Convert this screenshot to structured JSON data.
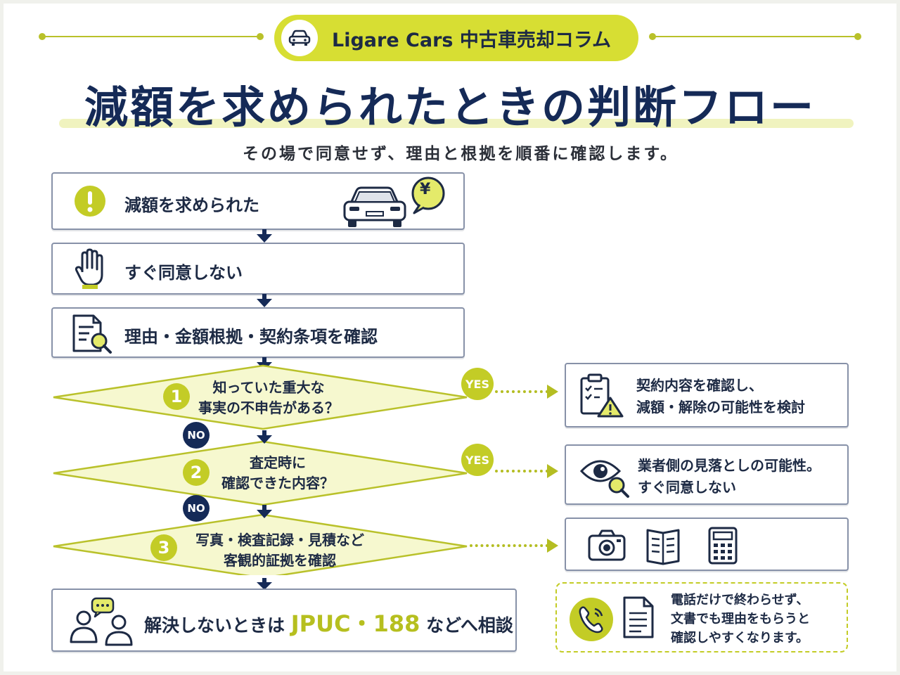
{
  "header": {
    "brand_label": "Ligare Cars 中古車売却コラム"
  },
  "title": "減額を求められたときの判断フロー",
  "subtitle": "その場で同意せず、理由と根拠を順番に確認します。",
  "steps": [
    {
      "label": "減額を求められた",
      "icon": "exclamation-icon",
      "yen": "¥"
    },
    {
      "label": "すぐ同意しない",
      "icon": "hand-stop-icon"
    },
    {
      "label": "理由・金額根拠・契約条項を確認",
      "icon": "document-search-icon"
    }
  ],
  "decisions": [
    {
      "number": "1",
      "line1": "知っていた重大な",
      "line2": "事実の不申告がある？"
    },
    {
      "number": "2",
      "line1": "査定時に",
      "line2": "確認できた内容？"
    },
    {
      "number": "3",
      "line1": "写真・検査記録・見積など",
      "line2": "客観的証拠を確認"
    }
  ],
  "yes_label": "YES",
  "no_label": "NO",
  "outcomes": [
    {
      "line1": "契約内容を確認し、",
      "line2": "減額・解除の可能性を検討",
      "icon": "clipboard-warning-icon"
    },
    {
      "line1": "業者側の見落としの可能性。",
      "line2": "すぐ同意しない",
      "icon": "eye-search-icon"
    },
    {
      "icons": [
        "camera-icon",
        "document-icon",
        "calculator-icon"
      ]
    }
  ],
  "final": {
    "prefix": "解決しないときは",
    "highlight": "JPUC・188",
    "suffix": "などへ相談"
  },
  "tip": {
    "line1": "電話だけで終わらせず、",
    "line2": "文書でも理由をもらうと",
    "line3": "確認しやすくなります。"
  },
  "colors": {
    "accent": "#c3cc26",
    "navy": "#152a57",
    "border": "#8791a8"
  }
}
